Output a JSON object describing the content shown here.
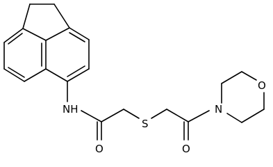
{
  "molecule": {
    "atom_labels": {
      "nh": "NH",
      "s": "S",
      "o_amide_1": "O",
      "o_amide_2": "O",
      "n_morpholine": "N",
      "o_morpholine": "O"
    },
    "colors": {
      "bond": "#000000",
      "label": "#000000",
      "background": "#ffffff"
    }
  }
}
